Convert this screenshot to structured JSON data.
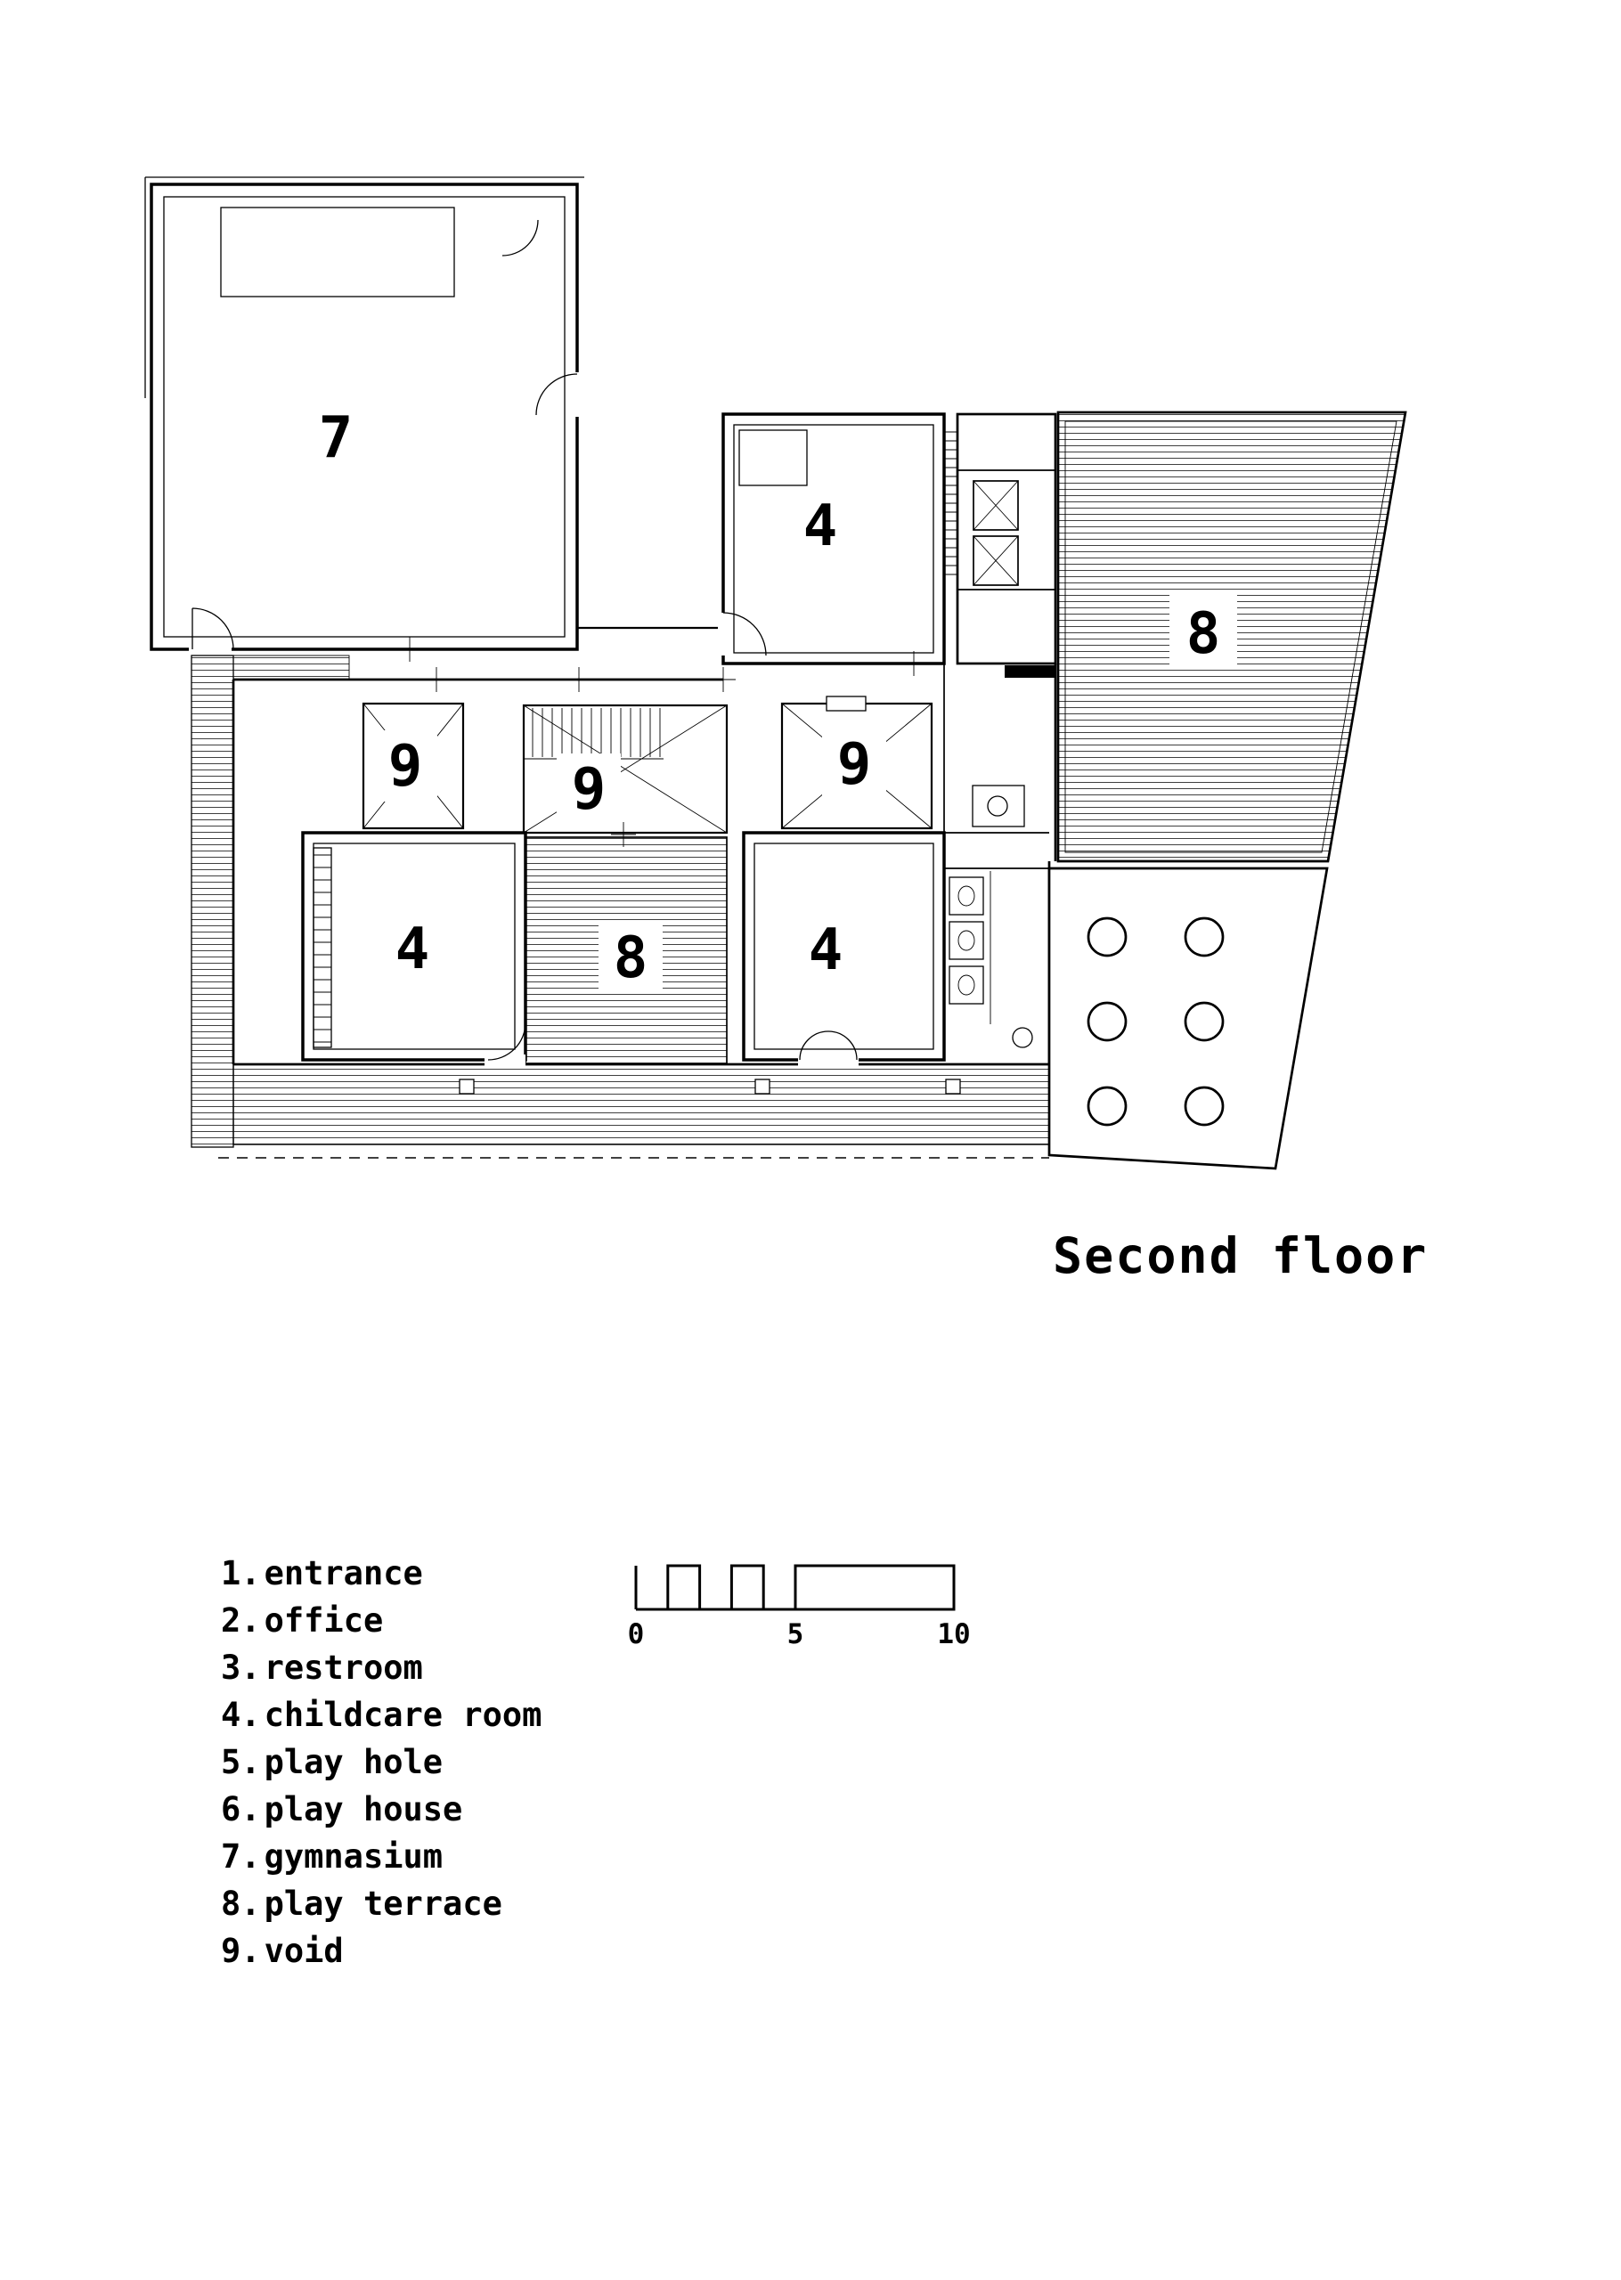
{
  "title": "Second floor",
  "room_labels": {
    "gymnasium": "7",
    "childcare_top": "4",
    "terrace_upper": "8",
    "void_left": "9",
    "void_center": "9",
    "void_right": "9",
    "childcare_left": "4",
    "terrace_center": "8",
    "childcare_right": "4"
  },
  "legend": {
    "items": [
      {
        "num": "1.",
        "label": "entrance"
      },
      {
        "num": "2.",
        "label": "office"
      },
      {
        "num": "3.",
        "label": "restroom"
      },
      {
        "num": "4.",
        "label": "childcare room"
      },
      {
        "num": "5.",
        "label": "play hole"
      },
      {
        "num": "6.",
        "label": "play house"
      },
      {
        "num": "7.",
        "label": "gymnasium"
      },
      {
        "num": "8.",
        "label": "play terrace"
      },
      {
        "num": "9.",
        "label": "void"
      }
    ]
  },
  "scale_bar": {
    "labels": [
      "0",
      "5",
      "10"
    ]
  },
  "colors": {
    "ink": "#000000",
    "paper": "#ffffff"
  }
}
